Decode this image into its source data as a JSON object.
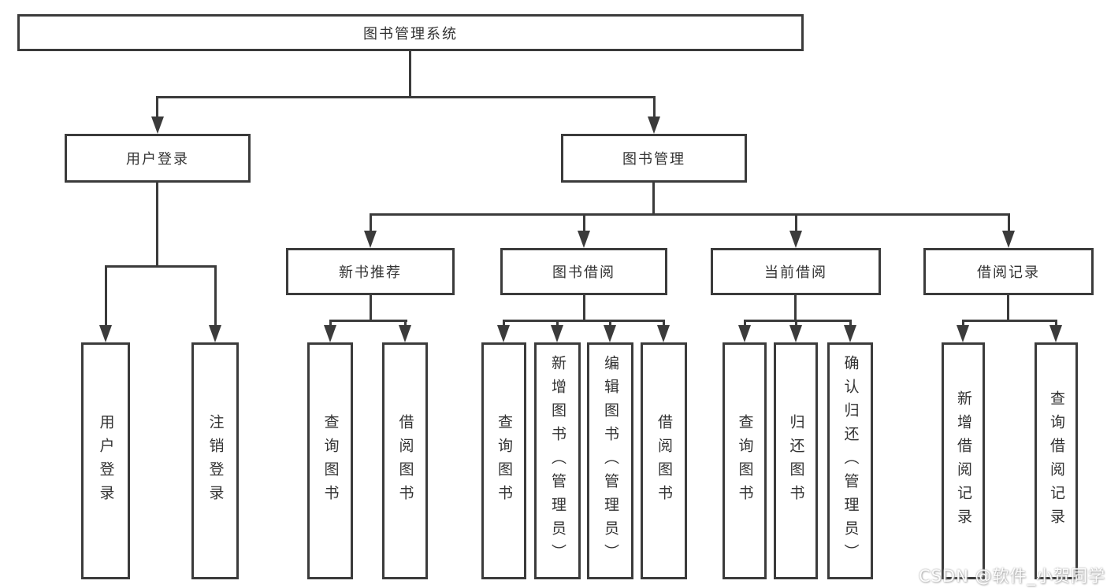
{
  "diagram": {
    "root": {
      "label": "图书管理系统"
    },
    "branches": [
      {
        "label": "用户登录",
        "children": [
          {
            "label": "用户登录"
          },
          {
            "label": "注销登录"
          }
        ]
      },
      {
        "label": "图书管理",
        "children": [
          {
            "label": "新书推荐",
            "children": [
              {
                "label": "查询图书"
              },
              {
                "label": "借阅图书"
              }
            ]
          },
          {
            "label": "图书借阅",
            "children": [
              {
                "label": "查询图书"
              },
              {
                "label": "新增图书（管理员）"
              },
              {
                "label": "编辑图书（管理员）"
              },
              {
                "label": "借阅图书"
              }
            ]
          },
          {
            "label": "当前借阅",
            "children": [
              {
                "label": "查询图书"
              },
              {
                "label": "归还图书"
              },
              {
                "label": "确认归还（管理员）"
              }
            ]
          },
          {
            "label": "借阅记录",
            "children": [
              {
                "label": "新增借阅记录"
              },
              {
                "label": "查询借阅记录"
              }
            ]
          }
        ]
      }
    ]
  },
  "watermark": "CSDN @软件_小贺同学",
  "colors": {
    "line": "#3b3b3b",
    "text": "#333333",
    "background": "#ffffff"
  }
}
